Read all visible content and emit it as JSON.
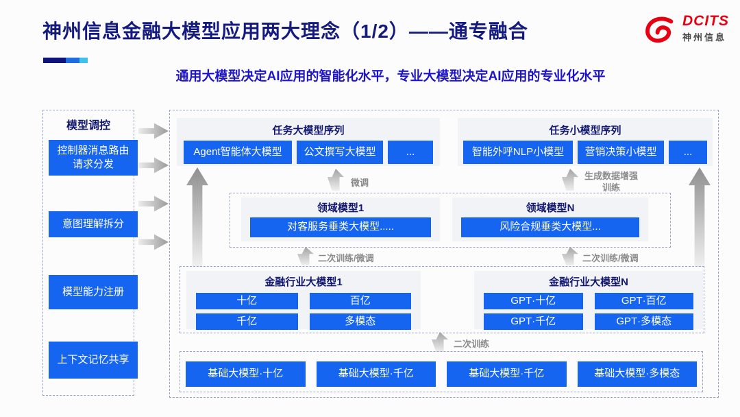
{
  "header": {
    "title": "神州信息金融大模型应用两大理念（1/2）——通专融合",
    "subtitle": "通用大模型决定AI应用的智能化水平，专业大模型决定AI应用的专业化水平",
    "logo_text": "DCITS",
    "logo_subtext": "神州信息"
  },
  "sidebar": {
    "title": "模型调控",
    "items": [
      {
        "label": "控制器消息路由请求分发"
      },
      {
        "label": "意图理解拆分"
      },
      {
        "label": "模型能力注册"
      },
      {
        "label": "上下文记忆共享"
      }
    ]
  },
  "diagram": {
    "task_large": {
      "title": "任务大模型序列",
      "items": [
        "Agent智能体大模型",
        "公文撰写大模型",
        "..."
      ]
    },
    "task_small": {
      "title": "任务小模型序列",
      "items": [
        "智能外呼NLP小模型",
        "营销决策小模型",
        "..."
      ]
    },
    "domain_models": [
      {
        "title": "领域模型1",
        "item": "对客服务垂类大模型....."
      },
      {
        "title": "领域模型N",
        "item": "风险合规垂类大模型..."
      }
    ],
    "industry_models": [
      {
        "title": "金融行业大模型1",
        "items": [
          "十亿",
          "百亿",
          "千亿",
          "多模态"
        ]
      },
      {
        "title": "金融行业大模型N",
        "items": [
          "GPT·十亿",
          "GPT·百亿",
          "GPT·千亿",
          "GPT·多模态"
        ]
      }
    ],
    "base_models": [
      "基础大模型·十亿",
      "基础大模型·千亿",
      "基础大模型·千亿",
      "基础大模型·多模态"
    ],
    "flow_labels": {
      "finetune": "微调",
      "gen_data_training": "生成数据增强训练",
      "retrain_finetune_left": "二次训练/微调",
      "retrain_finetune_right": "二次训练/微调",
      "retrain": "二次训练"
    }
  },
  "colors": {
    "button_blue": "#1565f0",
    "title_navy": "#141a7e",
    "subtitle_blue": "#1e14c8",
    "logo_red": "#e60012",
    "flow_label_gray": "#8a8a8a",
    "dashed_border": "#97a1c9"
  }
}
